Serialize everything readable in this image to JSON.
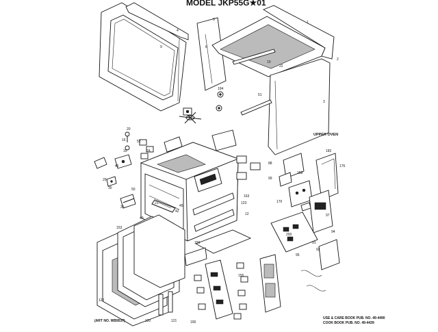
{
  "diagram": {
    "title": "MODEL  JKP55G★01",
    "section_label": "UPPER OVEN",
    "art_no": "(ART NO. WB9537)",
    "pub_line_1": "USE & CARE BOOK PUB. NO. 49-4490",
    "pub_line_2": "COOK BOOK PUB. NO. 49-4439",
    "part_numbers": [
      {
        "id": "p1",
        "text": "1"
      },
      {
        "id": "p2",
        "text": "2"
      },
      {
        "id": "p3",
        "text": "3"
      },
      {
        "id": "p4",
        "text": "4"
      },
      {
        "id": "p5",
        "text": "5"
      },
      {
        "id": "p6",
        "text": "6"
      },
      {
        "id": "p9",
        "text": "9"
      },
      {
        "id": "p10",
        "text": "10"
      },
      {
        "id": "p22",
        "text": "22"
      },
      {
        "id": "p51",
        "text": "51"
      },
      {
        "id": "p194",
        "text": "194"
      },
      {
        "id": "p20",
        "text": "20"
      },
      {
        "id": "p16",
        "text": "16"
      },
      {
        "id": "p15",
        "text": "15"
      },
      {
        "id": "p18",
        "text": "18"
      },
      {
        "id": "p46",
        "text": "46"
      },
      {
        "id": "p29",
        "text": "29"
      },
      {
        "id": "p30",
        "text": "30"
      },
      {
        "id": "p50",
        "text": "50"
      },
      {
        "id": "p25",
        "text": "25"
      },
      {
        "id": "p42",
        "text": "42"
      },
      {
        "id": "p45",
        "text": "45"
      },
      {
        "id": "p23",
        "text": "23"
      },
      {
        "id": "p40",
        "text": "40"
      },
      {
        "id": "p153",
        "text": "153"
      },
      {
        "id": "p159",
        "text": "159"
      },
      {
        "id": "p122",
        "text": "122"
      },
      {
        "id": "p120",
        "text": "120"
      },
      {
        "id": "p121",
        "text": "121"
      },
      {
        "id": "p88",
        "text": "88"
      },
      {
        "id": "p99",
        "text": "99"
      },
      {
        "id": "p182",
        "text": "182"
      },
      {
        "id": "p176",
        "text": "176"
      },
      {
        "id": "p158",
        "text": "158"
      },
      {
        "id": "p91",
        "text": "91"
      },
      {
        "id": "p92",
        "text": "92"
      },
      {
        "id": "p94",
        "text": "94"
      },
      {
        "id": "p97",
        "text": "97"
      },
      {
        "id": "p95",
        "text": "95"
      },
      {
        "id": "p163",
        "text": "163"
      },
      {
        "id": "p123",
        "text": "123"
      },
      {
        "id": "p12",
        "text": "12"
      },
      {
        "id": "p170",
        "text": "170"
      },
      {
        "id": "p200",
        "text": "200"
      },
      {
        "id": "p155",
        "text": "155"
      },
      {
        "id": "p190",
        "text": "190"
      },
      {
        "id": "p52",
        "text": "52"
      }
    ]
  }
}
